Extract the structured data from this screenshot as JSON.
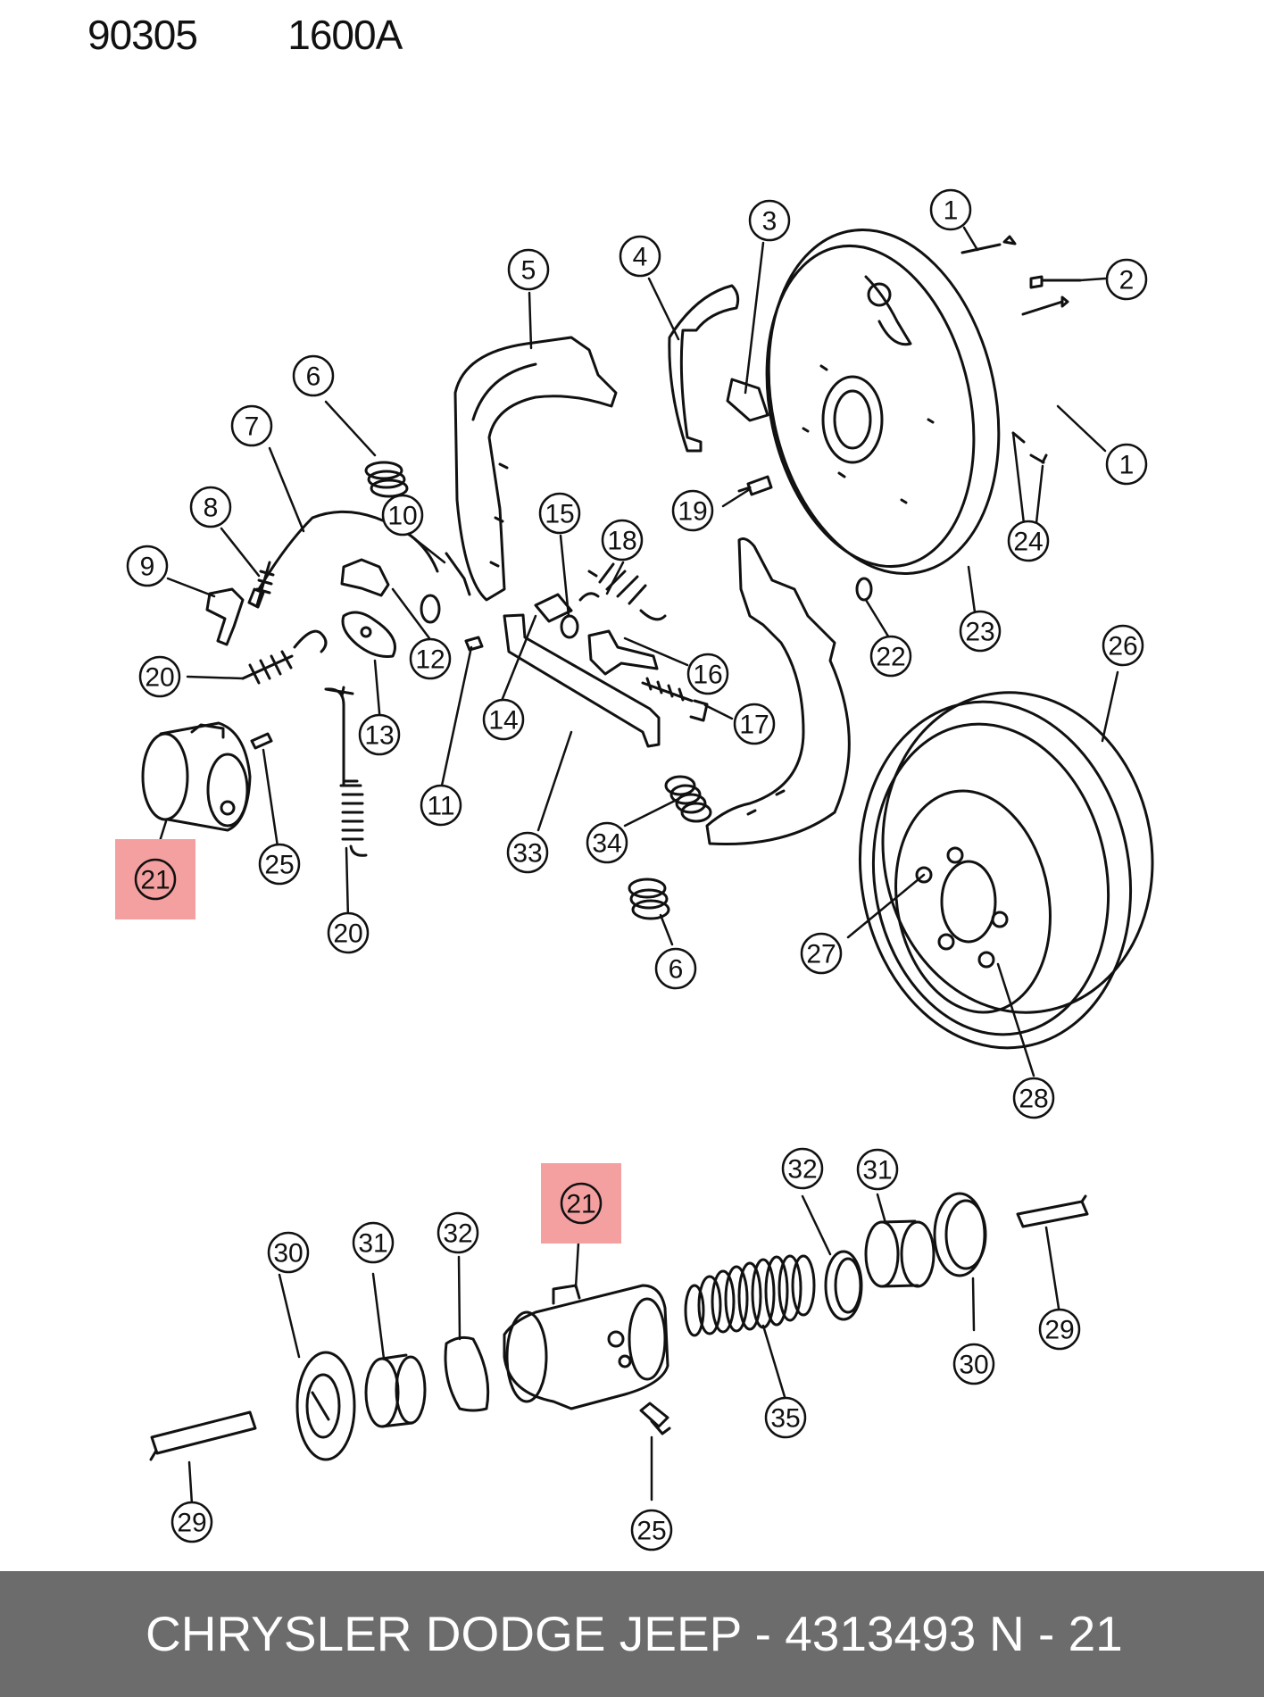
{
  "header": {
    "code": "90305   1600A"
  },
  "footer": {
    "text": "CHRYSLER DODGE JEEP - 4313493",
    "page": "N - 21"
  },
  "colors": {
    "highlight": "#f4a0a0",
    "footer_bg": "#6c6c6c",
    "line": "#111111"
  },
  "callouts": [
    {
      "label": "1"
    },
    {
      "label": "2"
    },
    {
      "label": "3"
    },
    {
      "label": "4"
    },
    {
      "label": "5"
    },
    {
      "label": "6"
    },
    {
      "label": "7"
    },
    {
      "label": "8"
    },
    {
      "label": "9"
    },
    {
      "label": "10"
    },
    {
      "label": "1"
    },
    {
      "label": "15"
    },
    {
      "label": "18"
    },
    {
      "label": "19"
    },
    {
      "label": "24"
    },
    {
      "label": "12"
    },
    {
      "label": "20"
    },
    {
      "label": "13"
    },
    {
      "label": "14"
    },
    {
      "label": "16"
    },
    {
      "label": "17"
    },
    {
      "label": "22"
    },
    {
      "label": "23"
    },
    {
      "label": "26"
    },
    {
      "label": "11"
    },
    {
      "label": "33"
    },
    {
      "label": "34"
    },
    {
      "label": "25"
    },
    {
      "label": "21",
      "highlight": true
    },
    {
      "label": "20"
    },
    {
      "label": "6"
    },
    {
      "label": "27"
    },
    {
      "label": "28"
    },
    {
      "label": "32"
    },
    {
      "label": "31"
    },
    {
      "label": "21",
      "highlight": true
    },
    {
      "label": "30"
    },
    {
      "label": "31"
    },
    {
      "label": "32"
    },
    {
      "label": "35"
    },
    {
      "label": "30"
    },
    {
      "label": "29"
    },
    {
      "label": "29"
    },
    {
      "label": "25"
    }
  ]
}
